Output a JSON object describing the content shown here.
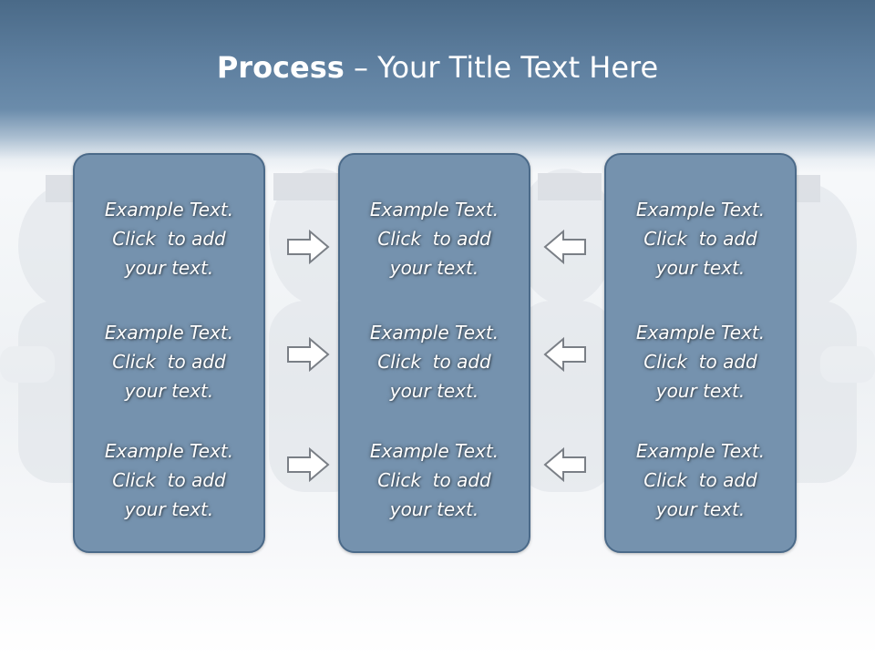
{
  "slide": {
    "title_bold": "Process",
    "title_rest": " – Your Title Text Here"
  },
  "columns": [
    {
      "items": [
        {
          "line1": "Example Text.",
          "line2": "Click  to add",
          "line3": "your text."
        },
        {
          "line1": "Example Text.",
          "line2": "Click  to add",
          "line3": "your text."
        },
        {
          "line1": "Example Text.",
          "line2": "Click  to add",
          "line3": "your text."
        }
      ]
    },
    {
      "items": [
        {
          "line1": "Example Text.",
          "line2": "Click  to add",
          "line3": "your text."
        },
        {
          "line1": "Example Text.",
          "line2": "Click  to add",
          "line3": "your text."
        },
        {
          "line1": "Example Text.",
          "line2": "Click  to add",
          "line3": "your text."
        }
      ]
    },
    {
      "items": [
        {
          "line1": "Example Text.",
          "line2": "Click  to add",
          "line3": "your text."
        },
        {
          "line1": "Example Text.",
          "line2": "Click  to add",
          "line3": "your text."
        },
        {
          "line1": "Example Text.",
          "line2": "Click  to add",
          "line3": "your text."
        }
      ]
    }
  ],
  "arrows": {
    "left_group": "right-arrow-icon",
    "right_group": "left-arrow-icon"
  },
  "colors": {
    "header": "#5e7f9f",
    "box_fill": "#7592ae",
    "box_border": "#4b6a89",
    "text": "#ffffff"
  }
}
